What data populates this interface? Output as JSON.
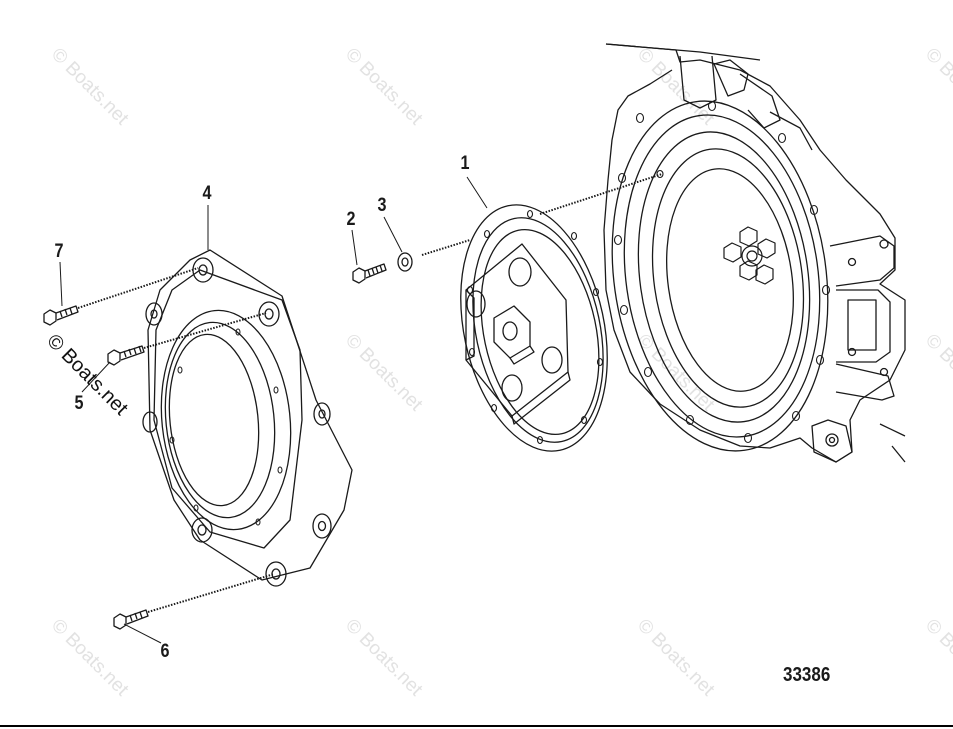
{
  "callouts": {
    "c1": "1",
    "c2": "2",
    "c3": "3",
    "c4": "4",
    "c5": "5",
    "c6": "6",
    "c7": "7"
  },
  "figure_number": "33386",
  "watermark": "© Boats.net",
  "colors": {
    "line": "#1a1a1a",
    "watermark": "#e2e2e2",
    "background": "#ffffff"
  }
}
